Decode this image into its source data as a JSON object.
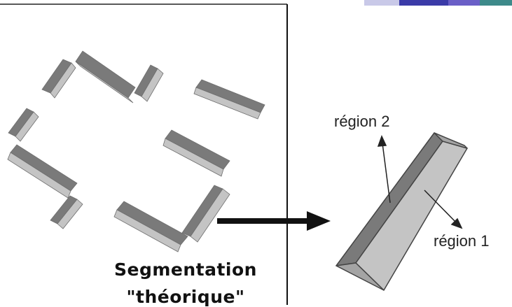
{
  "caption": {
    "line1": "Segmentation",
    "line2": "\"théorique\""
  },
  "labels": {
    "region2": "région 2",
    "region1": "région 1"
  },
  "colors": {
    "dark_face": "#7a7a7a",
    "light_face": "#c4c4c4",
    "mid_face": "#a4a4a4",
    "edge": "#444444",
    "arrow": "#111111",
    "corner_strip": [
      "#c9c9e8",
      "#3b3ba8",
      "#6a5fc7",
      "#3d8a8a"
    ]
  }
}
